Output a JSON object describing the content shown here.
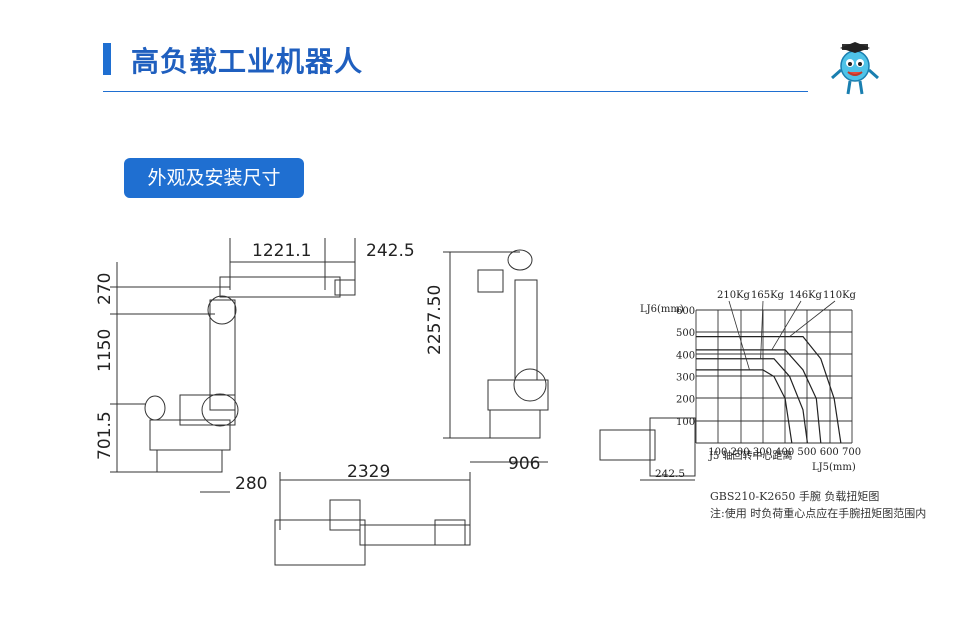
{
  "header": {
    "title": "高负载工业机器人"
  },
  "section": {
    "label": "外观及安装尺寸"
  },
  "dimensions": {
    "reach": "1221.1",
    "flange": "242.5",
    "upper": "270",
    "arm": "1150",
    "base_height": "701.5",
    "height_total": "2257.50",
    "base_offset": "280",
    "top_length": "2329",
    "side_base": "906",
    "wrist_offset": "242.5"
  },
  "chart_data": {
    "type": "line",
    "title": "",
    "xlabel": "J5 轴回转中心距离 LJ5(mm)",
    "ylabel": "LJ6(mm)",
    "x_ticks": [
      100,
      200,
      300,
      400,
      500,
      600,
      700
    ],
    "y_ticks": [
      100,
      200,
      300,
      400,
      500,
      600
    ],
    "xlim": [
      0,
      700
    ],
    "ylim": [
      0,
      600
    ],
    "grid": true,
    "series": [
      {
        "name": "210Kg",
        "points": [
          [
            0,
            330
          ],
          [
            300,
            330
          ],
          [
            350,
            300
          ],
          [
            400,
            200
          ],
          [
            430,
            0
          ]
        ]
      },
      {
        "name": "165Kg",
        "points": [
          [
            0,
            380
          ],
          [
            350,
            380
          ],
          [
            420,
            300
          ],
          [
            480,
            150
          ],
          [
            500,
            0
          ]
        ]
      },
      {
        "name": "146Kg",
        "points": [
          [
            0,
            420
          ],
          [
            400,
            420
          ],
          [
            480,
            330
          ],
          [
            540,
            200
          ],
          [
            560,
            0
          ]
        ]
      },
      {
        "name": "110Kg",
        "points": [
          [
            0,
            480
          ],
          [
            480,
            480
          ],
          [
            560,
            380
          ],
          [
            620,
            200
          ],
          [
            650,
            0
          ]
        ]
      }
    ],
    "axis_labels": {
      "y_unit": "LJ6(mm)",
      "x_caption": "J5 轴回转中心距离",
      "x_unit": "LJ5(mm)"
    }
  },
  "captions": {
    "model": "GBS210-K2650 手腕  负载扭矩图",
    "note": "注:使用 时负荷重心点应在手腕扭矩图范围内"
  }
}
